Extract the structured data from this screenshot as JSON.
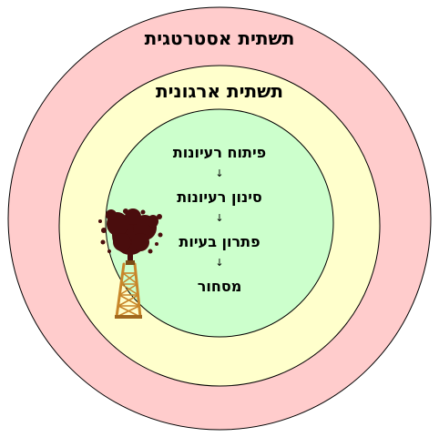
{
  "diagram": {
    "outer_label": "תשתית אסטרטגית",
    "middle_label": "תשתית ארגונית",
    "steps": [
      "פיתוח רעיונות",
      "סינון רעיונות",
      "פתרון בעיות",
      "מסחור"
    ],
    "arrow_glyph": "↓",
    "illustration_icon": "oil-derrick-gusher-icon",
    "colors": {
      "outer_fill": "#ffcccc",
      "middle_fill": "#ffffcc",
      "inner_fill": "#ccffcc",
      "outline": "#000000",
      "oil": "#4a0d0d",
      "derrick": "#c8862a"
    }
  }
}
